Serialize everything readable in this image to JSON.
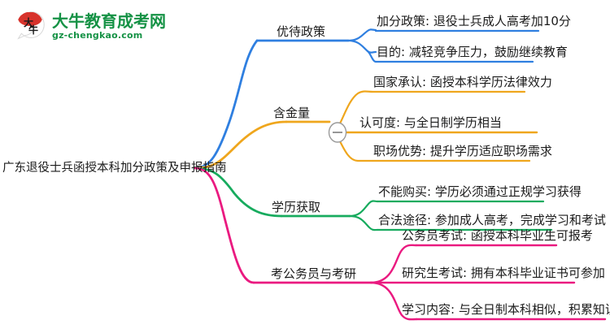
{
  "brand": {
    "logo_icon": "speech-bubble-logo-icon",
    "name_cn": "大牛教育成考网",
    "name_en": "gz-chengkao.com",
    "color": "#159245"
  },
  "mindmap": {
    "root": {
      "label": "广东退役士兵函授本科加分政策及申报指南"
    },
    "branches": [
      {
        "label": "优待政策",
        "color": "#2f7fe0",
        "collapsed_toggle": null,
        "children": [
          {
            "label": "加分政策: 退役士兵成人高考加10分"
          },
          {
            "label": "目的: 减轻竞争压力，鼓励继续教育"
          }
        ]
      },
      {
        "label": "含金量",
        "color": "#efa61d",
        "collapsed_toggle": "−",
        "children": [
          {
            "label": "国家承认: 函授本科学历法律效力"
          },
          {
            "label": "认可度: 与全日制学历相当"
          },
          {
            "label": "职场优势: 提升学历适应职场需求"
          }
        ]
      },
      {
        "label": "学历获取",
        "color": "#17ab5e",
        "collapsed_toggle": null,
        "children": [
          {
            "label": "不能购买: 学历必须通过正规学习获得"
          },
          {
            "label": "合法途径: 参加成人高考，完成学习和考试"
          }
        ]
      },
      {
        "label": "考公务员与考研",
        "color": "#ea1a80",
        "collapsed_toggle": null,
        "children": [
          {
            "label": "公务员考试: 函授本科毕业生可报考"
          },
          {
            "label": "研究生考试: 拥有本科毕业证书可参加"
          },
          {
            "label": "学习内容: 与全日制本科相似，积累知识和能力"
          }
        ]
      }
    ]
  }
}
